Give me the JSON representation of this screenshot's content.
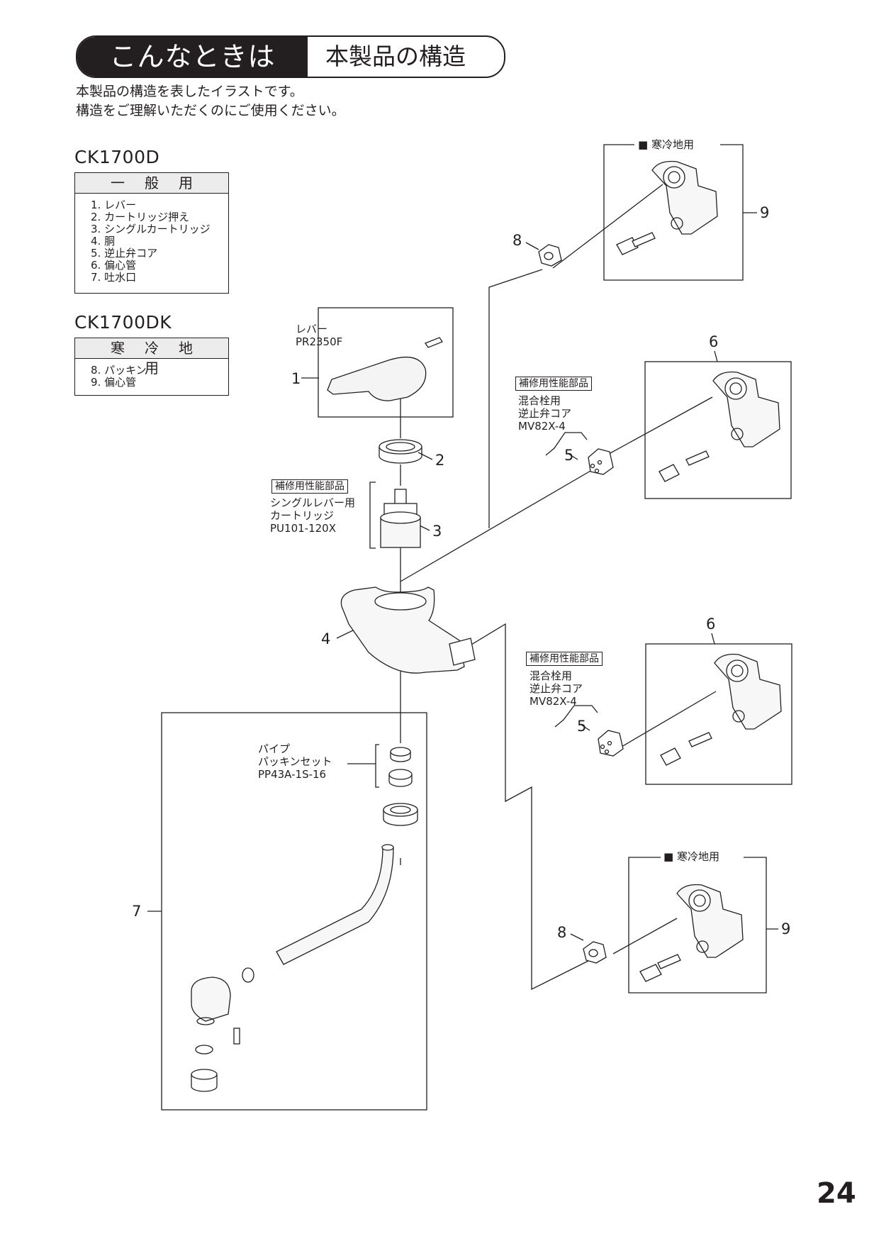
{
  "header": {
    "section_label": "こんなときは",
    "title": "本製品の構造"
  },
  "intro": {
    "line1": "本製品の構造を表したイラストです。",
    "line2": "構造をご理解いただくのにご使用ください。"
  },
  "models": [
    {
      "code": "CK1700D",
      "type_label": "一般用",
      "parts": [
        "1. レバー",
        "2. カートリッジ押え",
        "3. シングルカートリッジ",
        "4. 胴",
        "5. 逆止弁コア",
        "6. 偏心管",
        "7. 吐水口"
      ]
    },
    {
      "code": "CK1700DK",
      "type_label": "寒冷地用",
      "parts": [
        "8. パッキン",
        "9. 偏心管"
      ]
    }
  ],
  "callouts": {
    "lever_name": "レバー",
    "lever_code": "PR2350F",
    "repair_tag": "補修用性能部品",
    "cartridge_line1": "シングルレバー用",
    "cartridge_line2": "カートリッジ",
    "cartridge_code": "PU101-120X",
    "check_line1": "混合栓用",
    "check_line2": "逆止弁コア",
    "check_code": "MV82X-4",
    "pipe_line1": "パイプ",
    "pipe_line2": "パッキンセット",
    "pipe_code": "PP43A-1S-16",
    "cold_region_title": "■ 寒冷地用"
  },
  "part_numbers": [
    "1",
    "2",
    "3",
    "4",
    "5",
    "6",
    "7",
    "8",
    "9"
  ],
  "page_number": "24"
}
